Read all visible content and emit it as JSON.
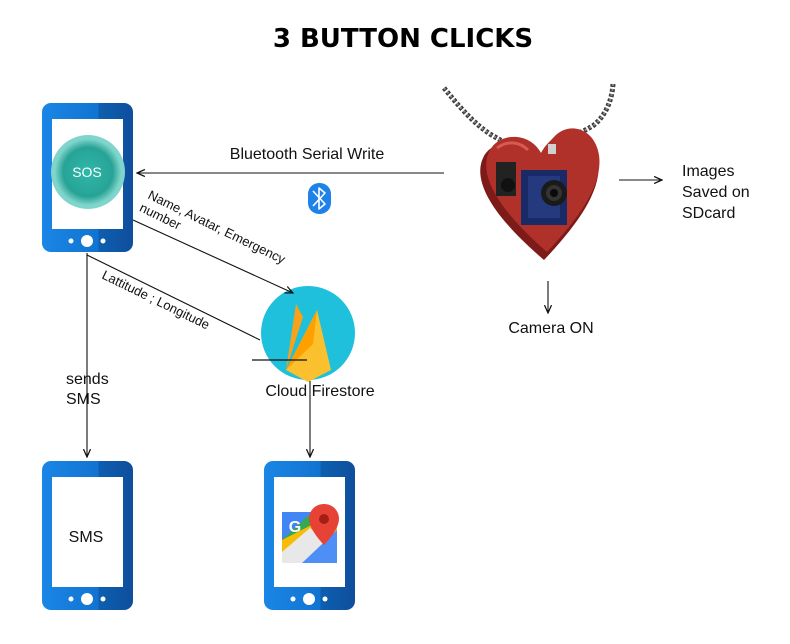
{
  "title": "3 BUTTON CLICKS",
  "colors": {
    "phone_blue": "#1273d0",
    "phone_dark": "#0f4e9c",
    "sos_teal": "#2aaea1",
    "firebase_circle": "#1ec0dc",
    "firebase_yellow": "#fbc02d",
    "firebase_orange": "#f57c00",
    "heart_red": "#a82a25",
    "bluetooth_blue": "#1e82e8"
  },
  "nodes": {
    "sos_phone": {
      "button_label": "SOS"
    },
    "sms_phone": {
      "screen_label": "SMS"
    },
    "maps_phone": {
      "icon": "google-maps-icon"
    },
    "firestore": {
      "label": "Cloud Firestore",
      "icon": "firebase-icon"
    },
    "camera_device": {
      "icon": "heart-camera-pendant"
    }
  },
  "edges": {
    "bluetooth": {
      "label": "Bluetooth Serial Write",
      "icon": "bluetooth-icon"
    },
    "profile": {
      "label_line1": "Name, Avatar, Emergency",
      "label_line2": "number"
    },
    "location": {
      "label": "Lattitude ; Longitude"
    },
    "sms": {
      "label_line1": "sends",
      "label_line2": "SMS"
    },
    "images": {
      "label_line1": "Images",
      "label_line2": "Saved on",
      "label_line3": "SDcard"
    },
    "camera": {
      "label": "Camera ON"
    }
  }
}
